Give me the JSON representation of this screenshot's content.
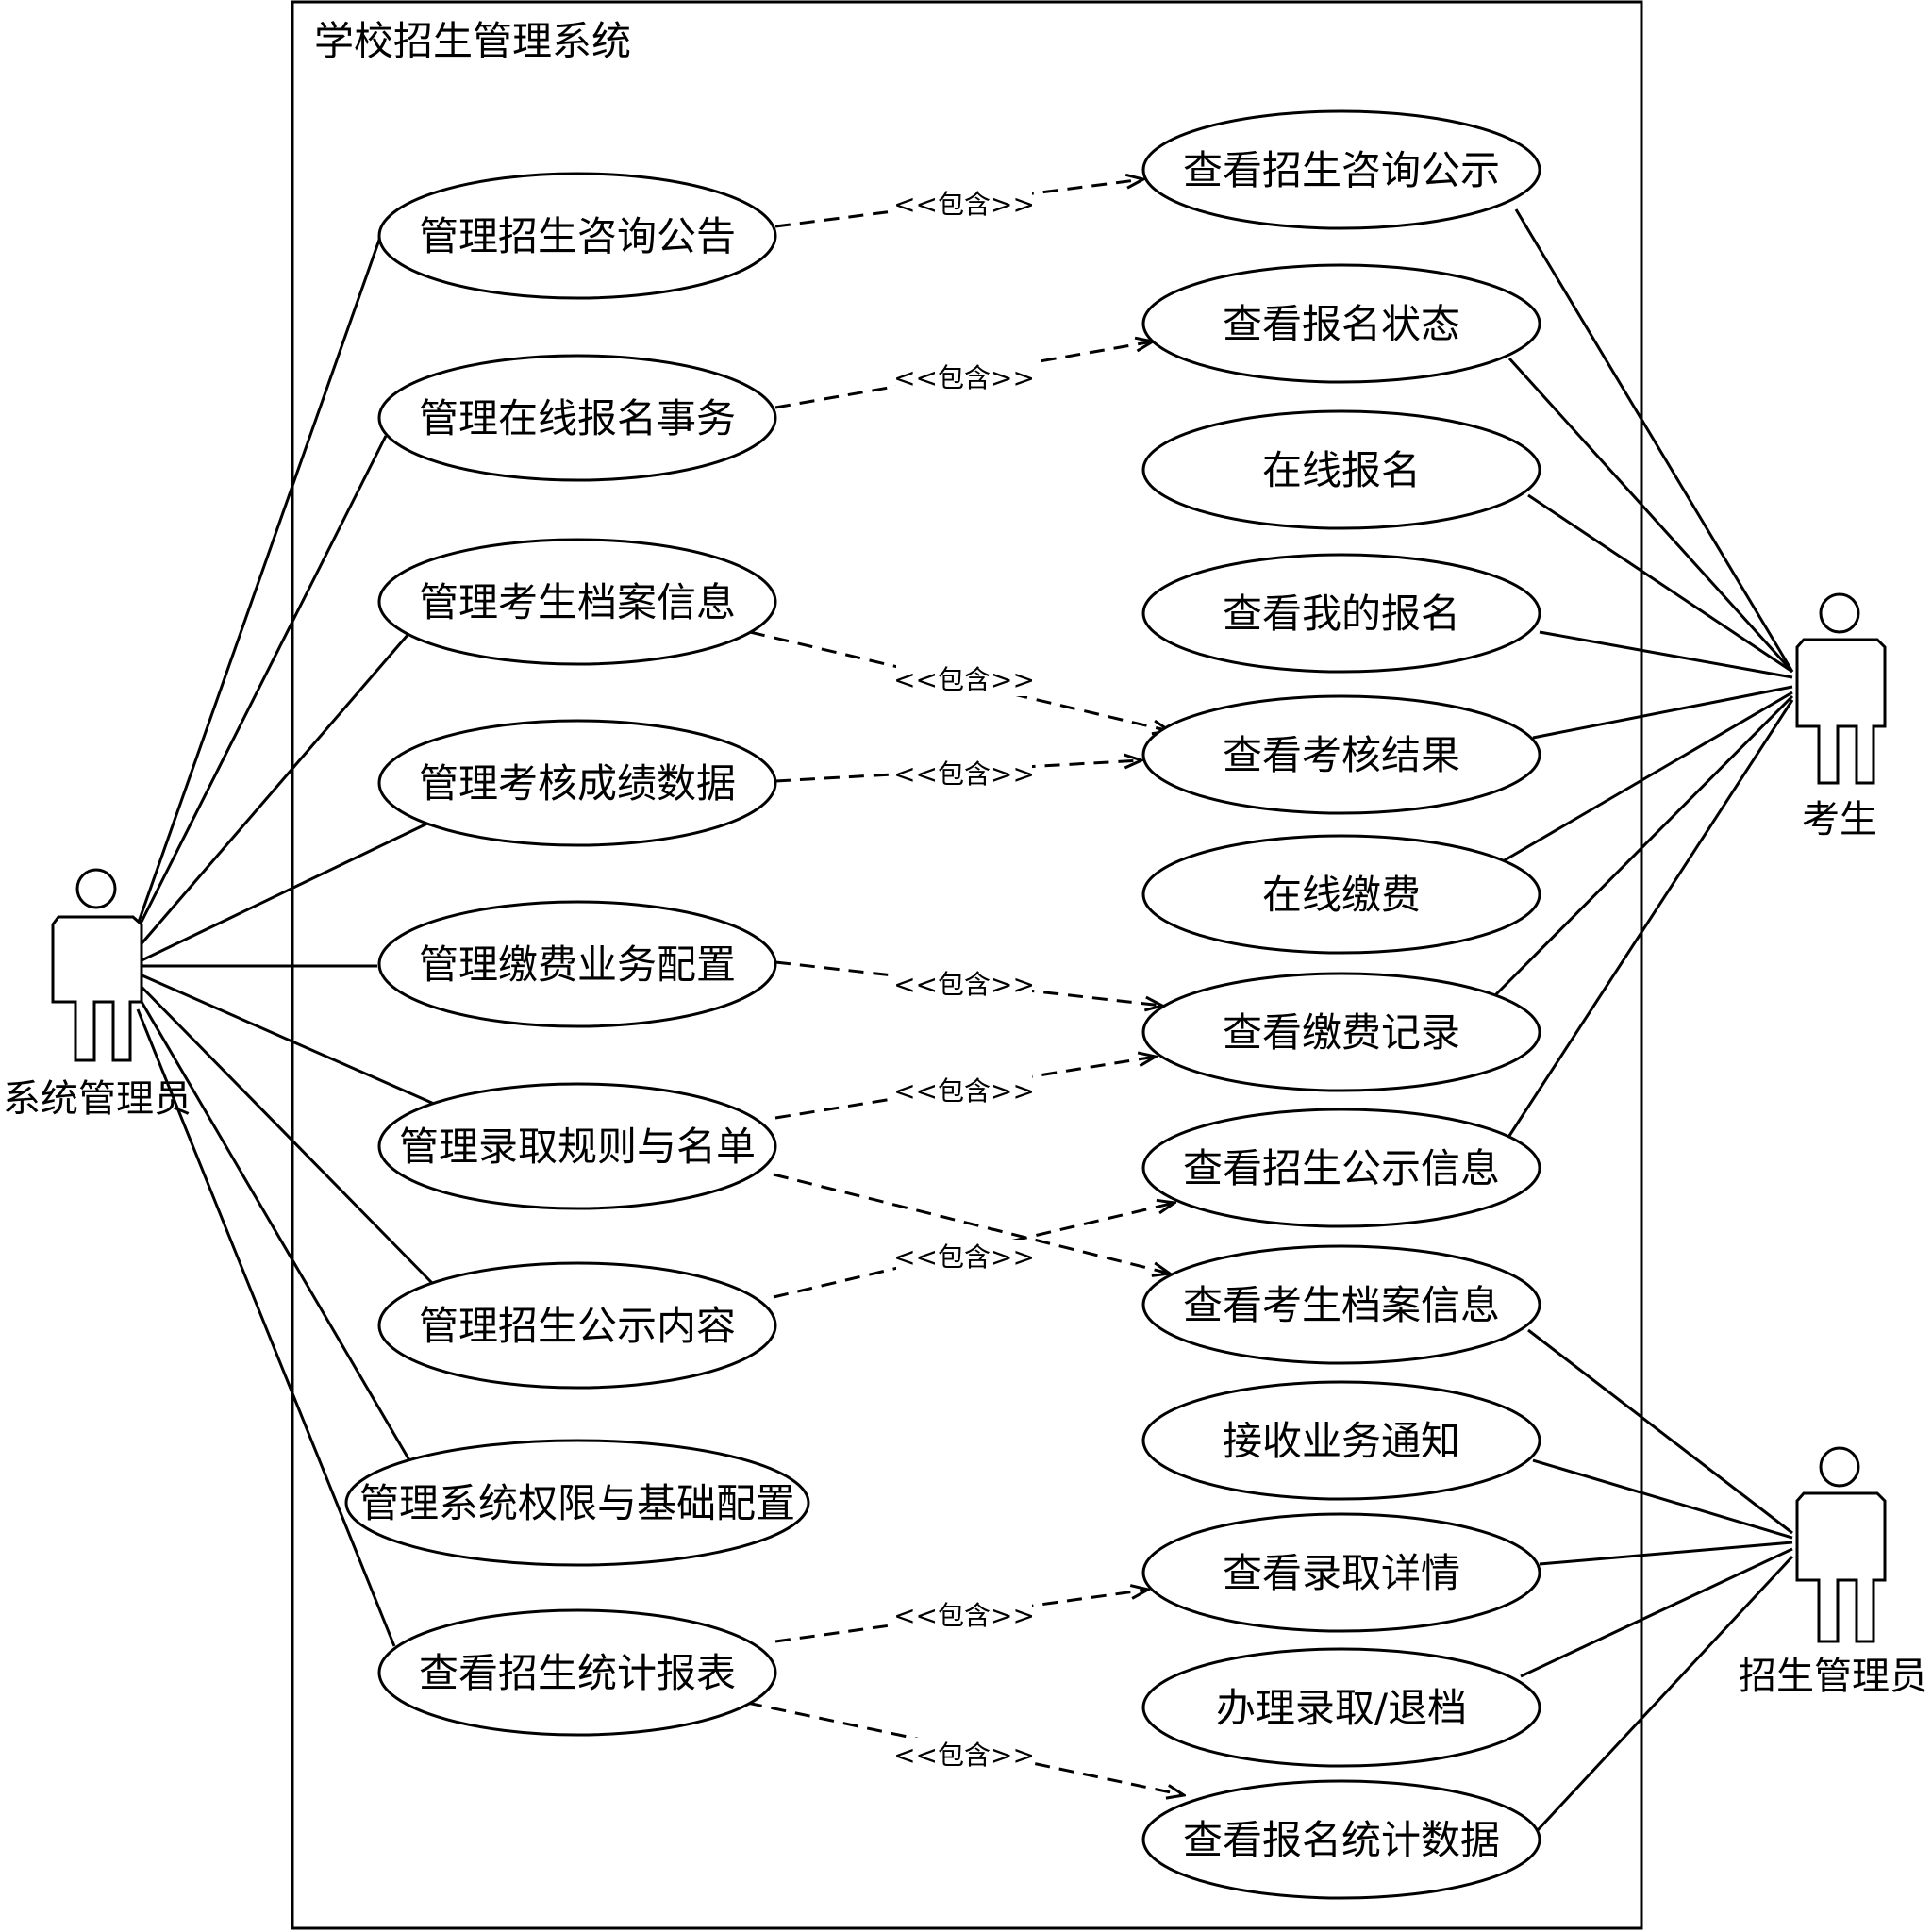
{
  "system": {
    "title": "学校招生管理系统"
  },
  "actors": {
    "admin": "系统管理员",
    "student": "考生",
    "officer": "招生管理员"
  },
  "use_cases": {
    "m1": "管理招生咨询公告",
    "m2": "管理在线报名事务",
    "m3": "管理考生档案信息",
    "m4": "管理考核成绩数据",
    "m5": "管理缴费业务配置",
    "m6": "管理录取规则与名单",
    "m7": "管理招生公示内容",
    "m8": "管理系统权限与基础配置",
    "m9": "查看招生统计报表",
    "r1": "查看招生咨询公示",
    "r2": "查看报名状态",
    "r3": "在线报名",
    "r4": "查看我的报名",
    "r5": "查看考核结果",
    "r6": "在线缴费",
    "r7": "查看缴费记录",
    "r8": "查看招生公示信息",
    "r9": "查看考生档案信息",
    "r10": "接收业务通知",
    "r11": "查看录取详情",
    "r12": "办理录取/退档",
    "r13": "查看报名统计数据"
  },
  "include_label": "<<包含>>"
}
